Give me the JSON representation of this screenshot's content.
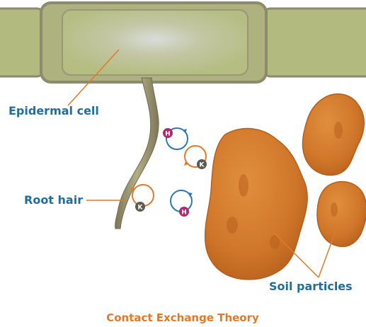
{
  "labels": {
    "epidermal_cell": "Epidermal cell",
    "root_hair": "Root hair",
    "soil_particles": "Soil particles",
    "title": "Contact Exchange Theory"
  },
  "ions": {
    "hydrogen": "H",
    "cation": "K"
  },
  "colors": {
    "cell_fill": "#b9c08a",
    "cell_border": "#8e8a6e",
    "cell_highlight": "#d7dbd9",
    "root_hair": "#9a936c",
    "soil": "#d2782c",
    "soil_dark": "#b45f1d",
    "label_blue": "#1f6f9e",
    "label_orange": "#e07a2a",
    "cycle_blue": "#2d77b5",
    "cycle_orange": "#e07a2a",
    "h_ion": "#b02a6e",
    "k_ion": "#5b5b52"
  }
}
